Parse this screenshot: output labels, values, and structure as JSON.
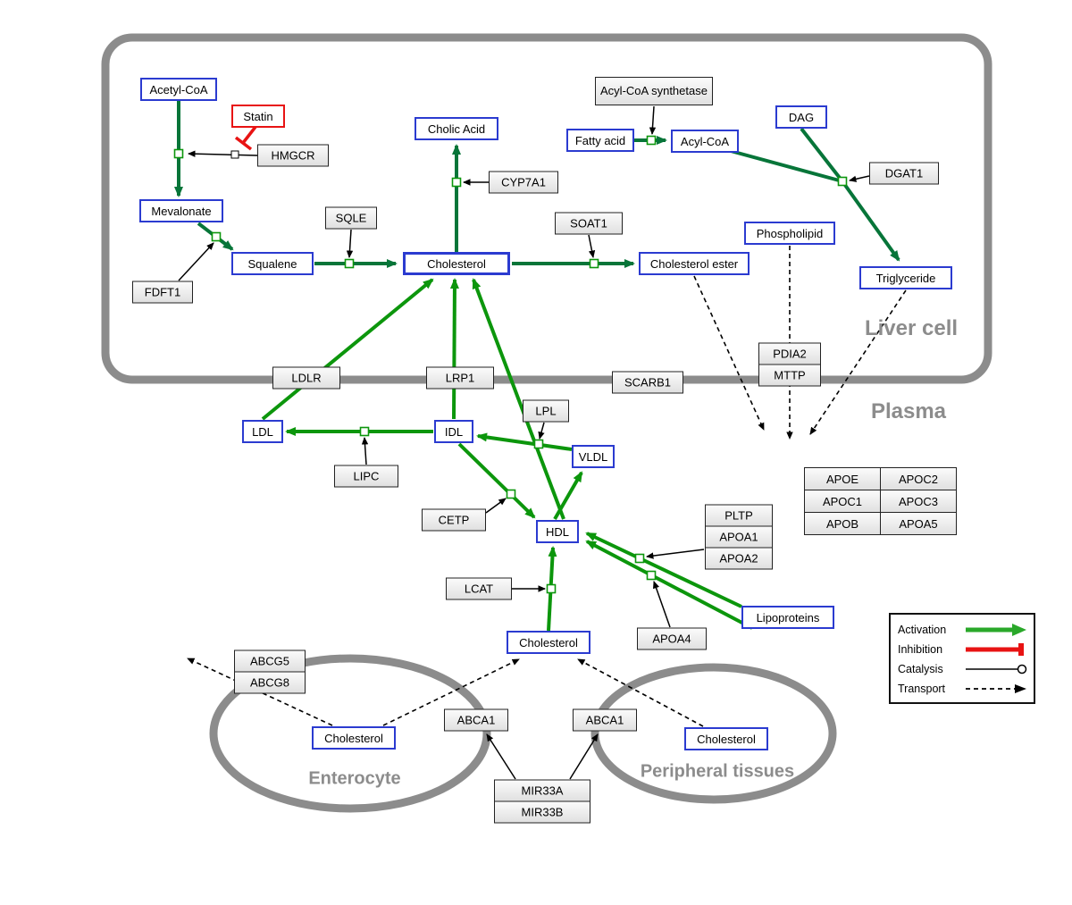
{
  "regions": {
    "liver": "Liver cell",
    "plasma": "Plasma",
    "enterocyte": "Enterocyte",
    "peripheral": "Peripheral tissues"
  },
  "nodes": {
    "acetyl_coa": "Acetyl-CoA",
    "statin": "Statin",
    "hmgcr": "HMGCR",
    "mevalonate": "Mevalonate",
    "fdft1": "FDFT1",
    "squalene": "Squalene",
    "sqle": "SQLE",
    "cholic_acid": "Cholic Acid",
    "cyp7a1": "CYP7A1",
    "cholesterol_liver": "Cholesterol",
    "soat1": "SOAT1",
    "cholesterol_ester": "Cholesterol ester",
    "fatty_acid": "Fatty acid",
    "acyl_coa_synthetase": "Acyl-CoA synthetase",
    "acyl_coa": "Acyl-CoA",
    "dag": "DAG",
    "dgat1": "DGAT1",
    "phospholipid": "Phospholipid",
    "triglyceride": "Triglyceride",
    "pdia2": "PDIA2",
    "mttp": "MTTP",
    "ldlr": "LDLR",
    "lrp1": "LRP1",
    "scarb1": "SCARB1",
    "ldl": "LDL",
    "idl": "IDL",
    "lipc": "LIPC",
    "lpl": "LPL",
    "vldl": "VLDL",
    "cetp": "CETP",
    "hdl": "HDL",
    "pltp": "PLTP",
    "apoa1": "APOA1",
    "apoa2": "APOA2",
    "lcat": "LCAT",
    "apoa4": "APOA4",
    "lipoproteins": "Lipoproteins",
    "cholesterol_plasma": "Cholesterol",
    "abcg5": "ABCG5",
    "abcg8": "ABCG8",
    "abca1_enterocyte": "ABCA1",
    "abca1_peripheral": "ABCA1",
    "cholesterol_enterocyte": "Cholesterol",
    "cholesterol_peripheral": "Cholesterol",
    "mir33a": "MIR33A",
    "mir33b": "MIR33B"
  },
  "apo_table": [
    [
      "APOE",
      "APOC2"
    ],
    [
      "APOC1",
      "APOC3"
    ],
    [
      "APOB",
      "APOA5"
    ]
  ],
  "legend": {
    "activation": "Activation",
    "inhibition": "Inhibition",
    "catalysis": "Catalysis",
    "transport": "Transport"
  },
  "colors": {
    "conversion_green": "#077539",
    "activation_green": "#0c960c",
    "legend_green": "#2aa82a",
    "inhibition_red": "#e81313",
    "metabolite_border_blue": "#2b3bd0",
    "cell_outline_gray": "#8c8c8c"
  }
}
